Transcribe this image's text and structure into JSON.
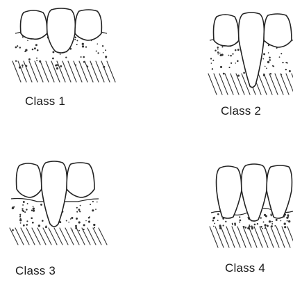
{
  "labels": {
    "class1": "Class 1",
    "class2": "Class 2",
    "class3": "Class 3",
    "class4": "Class 4"
  },
  "colors": {
    "ink": "#222222",
    "background": "#ffffff"
  }
}
